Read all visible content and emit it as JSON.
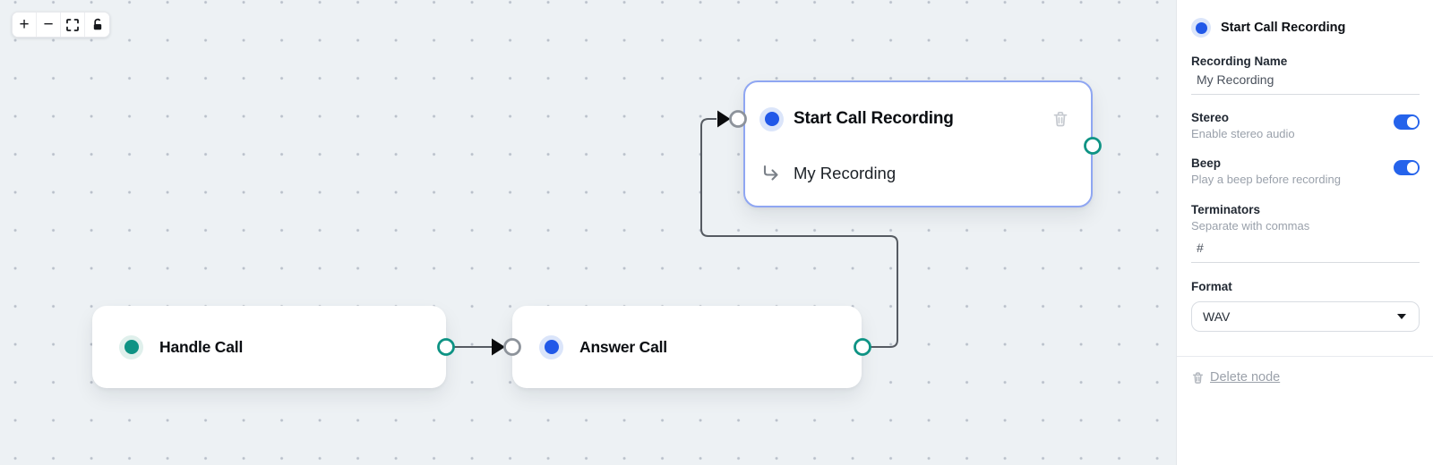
{
  "toolbar": {
    "zoom_in": {
      "glyph": "+"
    },
    "zoom_out": {
      "glyph": "−"
    }
  },
  "nodes": {
    "handle_call": {
      "title": "Handle Call"
    },
    "answer_call": {
      "title": "Answer Call"
    },
    "start_call_recording": {
      "title": "Start Call Recording",
      "subtitle": "My Recording",
      "selected": true
    }
  },
  "sidebar": {
    "title": "Start Call Recording",
    "recording_name": {
      "label": "Recording Name",
      "value": "My Recording"
    },
    "stereo": {
      "label": "Stereo",
      "hint": "Enable stereo audio",
      "enabled": true
    },
    "beep": {
      "label": "Beep",
      "hint": "Play a beep before recording",
      "enabled": true
    },
    "terminators": {
      "label": "Terminators",
      "hint": "Separate with commas",
      "value": "#"
    },
    "format": {
      "label": "Format",
      "value": "WAV"
    },
    "delete_label": "Delete node"
  },
  "colors": {
    "accent_blue": "#2158E8",
    "accent_teal": "#0E9384",
    "toggle_on": "#2563EB",
    "selected_border": "#8FA6F2",
    "wire": "#565B62",
    "canvas_bg": "#EDF1F4"
  }
}
